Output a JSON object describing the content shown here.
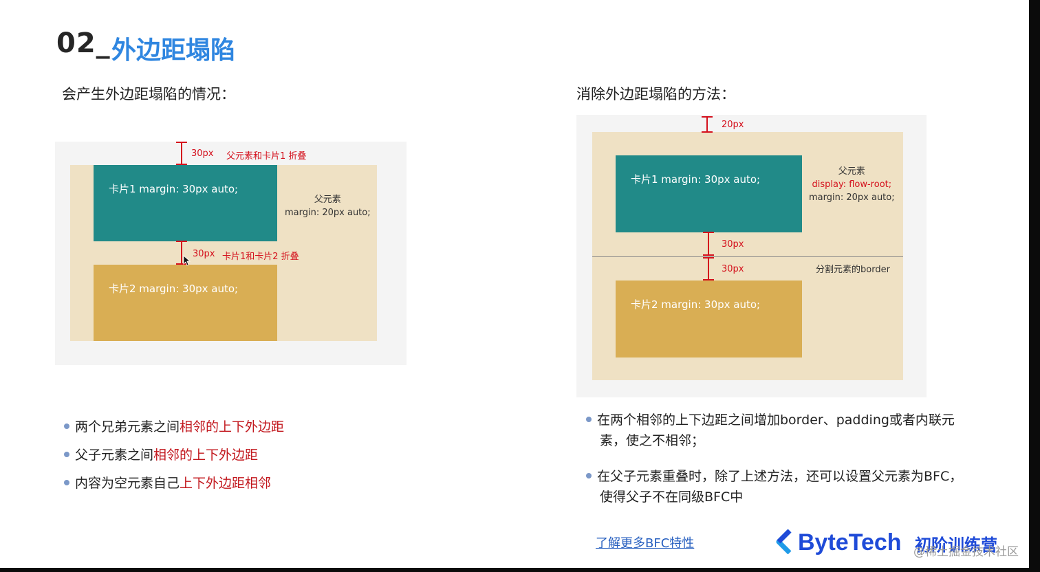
{
  "slide": {
    "number": "02_",
    "title": "外边距塌陷"
  },
  "left": {
    "heading": "会产生外边距塌陷的情况：",
    "diagram": {
      "card1_label": "卡片1 margin: 30px auto;",
      "card2_label": "卡片2 margin: 30px auto;",
      "parent_title": "父元素",
      "parent_margin": "margin: 20px auto;",
      "top_px": "30px",
      "top_note": "父元素和卡片1 折叠",
      "mid_px": "30px",
      "mid_note": "卡片1和卡片2 折叠"
    },
    "bullets": [
      {
        "prefix": "两个兄弟元素之间",
        "highlight": "相邻的上下外边距"
      },
      {
        "prefix": "父子元素之间",
        "highlight": "相邻的上下外边距"
      },
      {
        "prefix": "内容为空元素自己",
        "highlight": "上下外边距相邻"
      }
    ]
  },
  "right": {
    "heading": "消除外边距塌陷的方法：",
    "diagram": {
      "top_px": "20px",
      "card1_label": "卡片1 margin: 30px auto;",
      "card2_label": "卡片2 margin: 30px auto;",
      "parent_title": "父元素",
      "parent_display": "display: flow-root;",
      "parent_margin": "margin: 20px auto;",
      "gap1_px": "30px",
      "gap2_px": "30px",
      "border_note": "分割元素的border"
    },
    "bullets": [
      {
        "line1": "在两个相邻的上下边距之间增加border、padding或者内联元",
        "line2": "素，使之不相邻；"
      },
      {
        "line1": "在父子元素重叠时，除了上述方法，还可以设置父元素为BFC，",
        "line2": "使得父子不在同级BFC中"
      }
    ],
    "link": "了解更多BFC特性"
  },
  "brand": {
    "name": "ByteTech",
    "camp": "初阶训练营",
    "watermark": "@稀土掘金技术社区"
  },
  "colors": {
    "accent": "#2f86e0",
    "teal": "#218a88",
    "gold": "#d9ae54",
    "parent_bg": "#efe1c4",
    "highlight": "#c2171d",
    "brand": "#1f4bd8"
  }
}
